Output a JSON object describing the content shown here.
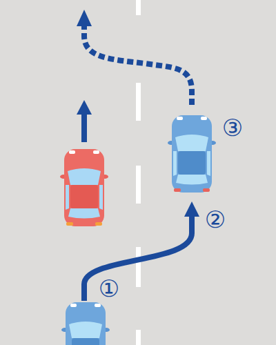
{
  "diagram": {
    "labels": [
      "①",
      "②",
      "③"
    ]
  }
}
